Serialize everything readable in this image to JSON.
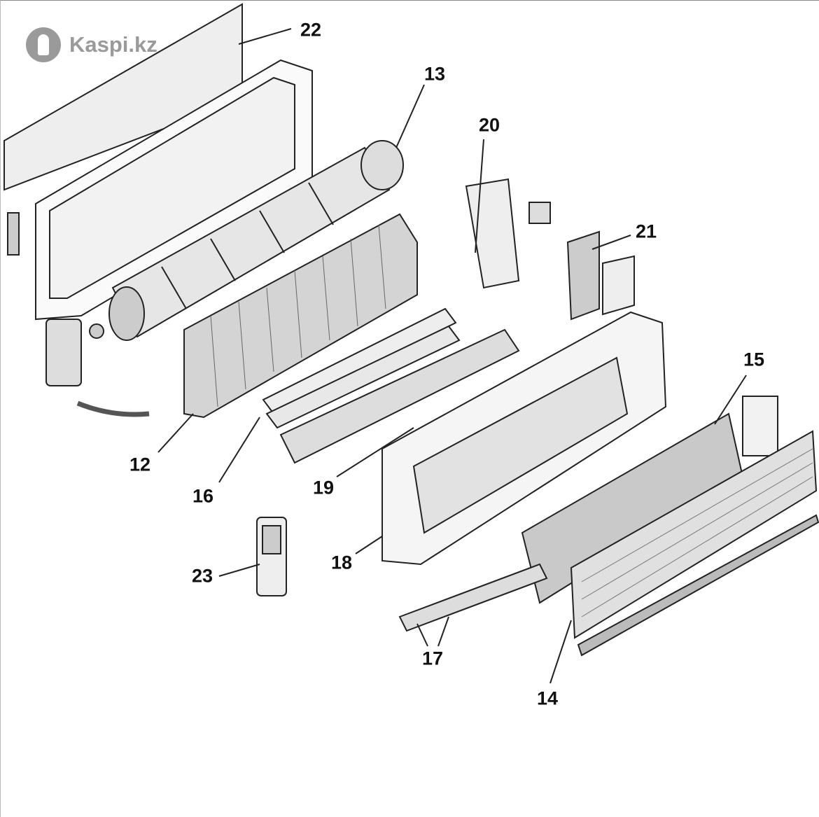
{
  "watermark": {
    "text": "Kaspi.kz",
    "icon": "kaspi-logo-icon"
  },
  "diagram": {
    "title": "Split air conditioner indoor unit exploded view",
    "labels": [
      {
        "id": "22",
        "text": "22",
        "part": "mounting-plate"
      },
      {
        "id": "13",
        "text": "13",
        "part": "fan-motor"
      },
      {
        "id": "20",
        "text": "20",
        "part": "swing-motor-bracket"
      },
      {
        "id": "21",
        "text": "21",
        "part": "control-board"
      },
      {
        "id": "15",
        "text": "15",
        "part": "air-filter"
      },
      {
        "id": "12",
        "text": "12",
        "part": "evaporator-coil"
      },
      {
        "id": "16",
        "text": "16",
        "part": "louvers"
      },
      {
        "id": "19",
        "text": "19",
        "part": "drain-pan"
      },
      {
        "id": "18",
        "text": "18",
        "part": "front-cover"
      },
      {
        "id": "23",
        "text": "23",
        "part": "remote-control"
      },
      {
        "id": "17",
        "text": "17",
        "part": "horizontal-flaps"
      },
      {
        "id": "14",
        "text": "14",
        "part": "front-grille"
      }
    ]
  }
}
